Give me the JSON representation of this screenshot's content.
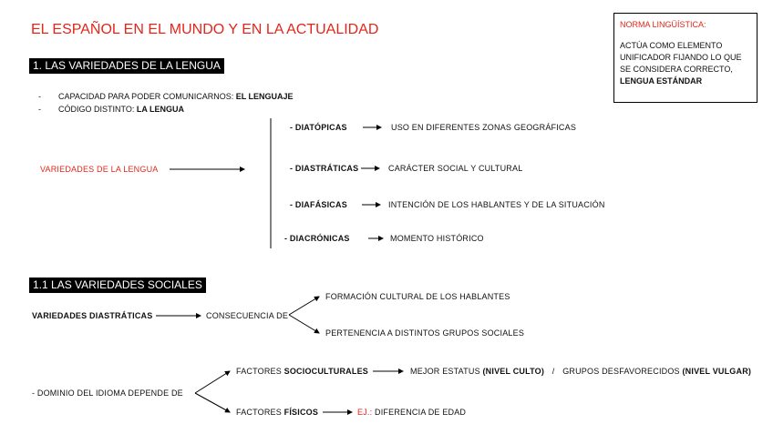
{
  "title": "EL ESPAÑOL EN EL MUNDO Y EN LA ACTUALIDAD",
  "section1": {
    "heading": "1. LAS VARIEDADES DE LA LENGUA",
    "bullets": [
      {
        "text": "CAPACIDAD PARA PODER COMUNICARNOS:",
        "bold": "EL LENGUAJE"
      },
      {
        "text": "CÓDIGO DISTINTO:",
        "bold": "LA LENGUA"
      }
    ],
    "root_label": "VARIEDADES DE LA LENGUA",
    "varieties": [
      {
        "name": "- DIATÓPICAS",
        "desc": "USO EN DIFERENTES ZONAS GEOGRÁFICAS"
      },
      {
        "name": "- DIASTRÁTICAS",
        "desc": "CARÁCTER SOCIAL Y CULTURAL"
      },
      {
        "name": "- DIAFÁSICAS",
        "desc": "INTENCIÓN DE LOS HABLANTES Y DE LA SITUACIÓN"
      },
      {
        "name": "- DIACRÓNICAS",
        "desc": "MOMENTO HISTÓRICO"
      }
    ]
  },
  "norma_box": {
    "title": "NORMA LINGÜÍSTICA:",
    "body": "ACTÚA COMO ELEMENTO UNIFICADOR FIJANDO LO QUE SE CONSIDERA CORRECTO,",
    "bold": "LENGUA ESTÁNDAR"
  },
  "section2": {
    "heading": "1.1 LAS VARIEDADES SOCIALES",
    "diastraticas_label": "VARIEDADES DIASTRÁTICAS",
    "consecuencia_label": "CONSECUENCIA DE",
    "consecuencia_items": [
      "FORMACIÓN CULTURAL DE LOS HABLANTES",
      "PERTENENCIA A DISTINTOS GRUPOS SOCIALES"
    ],
    "dominio_label": "- DOMINIO DEL IDIOMA DEPENDE DE",
    "factores_socio_prefix": "FACTORES",
    "factores_socio_bold": "SOCIOCULTURALES",
    "socio_result_1": "MEJOR ESTATUS",
    "socio_result_1_bold": "(NIVEL CULTO)",
    "socio_sep": "/",
    "socio_result_2": "GRUPOS DESFAVORECIDOS",
    "socio_result_2_bold": "(NIVEL VULGAR)",
    "factores_fis_prefix": "FACTORES",
    "factores_fis_bold": "FÍSICOS",
    "ej_label": "EJ.:",
    "ej_text": "DIFERENCIA DE EDAD"
  }
}
